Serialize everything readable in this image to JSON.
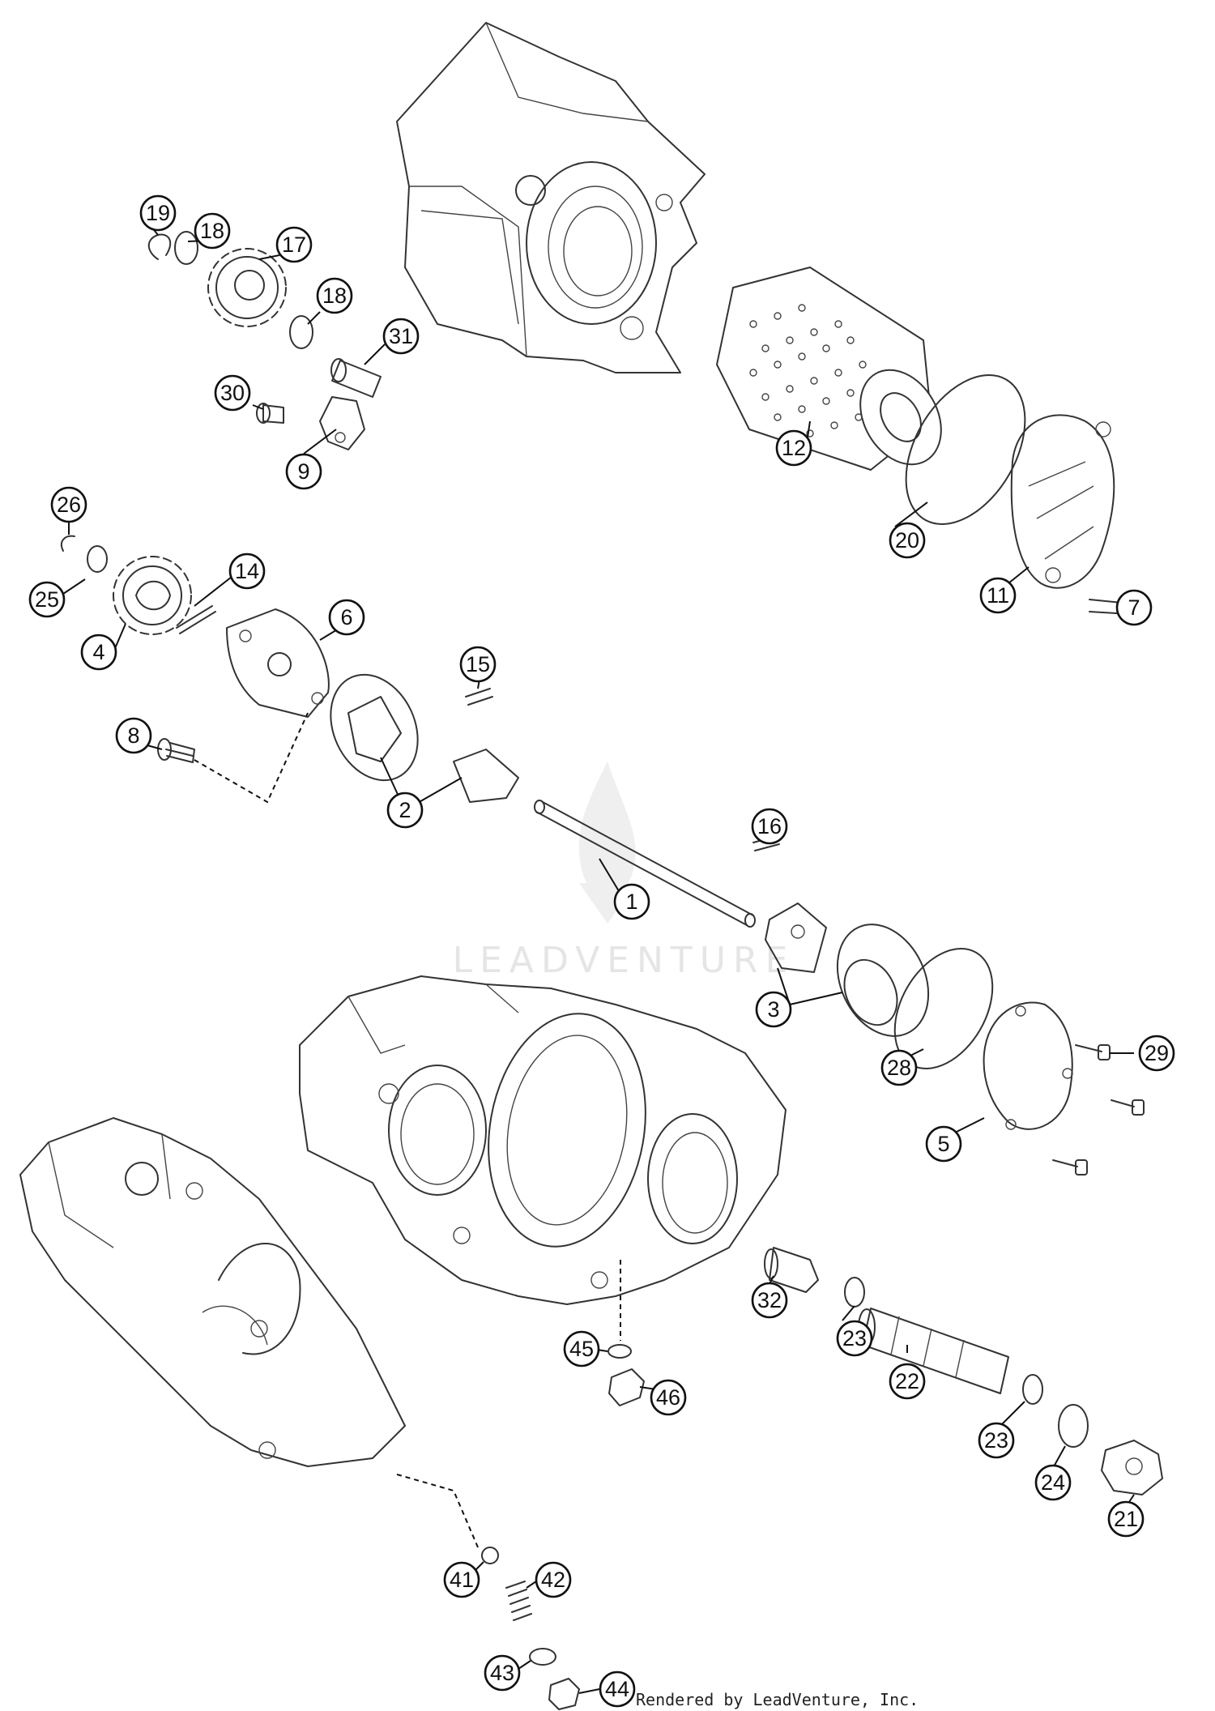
{
  "diagram": {
    "watermark": "LEADVENTURE",
    "credit": "Rendered by LeadVenture, Inc."
  },
  "callouts": [
    "19",
    "18",
    "17",
    "18",
    "31",
    "30",
    "9",
    "12",
    "20",
    "11",
    "7",
    "26",
    "25",
    "4",
    "14",
    "6",
    "15",
    "8",
    "2",
    "16",
    "1",
    "3",
    "28",
    "29",
    "5",
    "32",
    "23",
    "22",
    "45",
    "46",
    "23",
    "24",
    "21",
    "41",
    "42",
    "43",
    "44"
  ]
}
